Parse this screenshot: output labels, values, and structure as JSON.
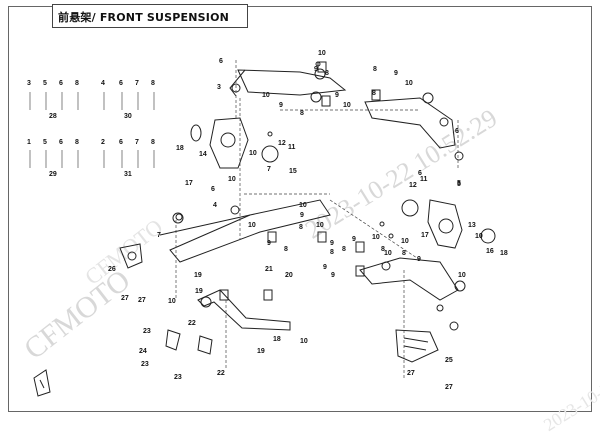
{
  "title": "前悬架/ FRONT SUSPENSION",
  "watermarks": {
    "brand": "CFMOTO",
    "timestamp": "2023-10-22 10:52:29"
  },
  "callouts": {
    "kit_groups": {
      "g28": {
        "parts": [
          "3",
          "5",
          "6",
          "8"
        ],
        "number": "28"
      },
      "g30": {
        "parts": [
          "4",
          "6",
          "7",
          "8"
        ],
        "number": "30"
      },
      "g29": {
        "parts": [
          "1",
          "5",
          "6",
          "8"
        ],
        "number": "29"
      },
      "g31": {
        "parts": [
          "2",
          "6",
          "7",
          "8"
        ],
        "number": "31"
      }
    },
    "labels": [
      "6",
      "3",
      "10",
      "9",
      "8",
      "10",
      "9",
      "8",
      "9",
      "10",
      "8",
      "9",
      "10",
      "8",
      "6",
      "5",
      "18",
      "14",
      "12",
      "11",
      "7",
      "10",
      "15",
      "17",
      "6",
      "10",
      "12",
      "11",
      "5",
      "16",
      "13",
      "10",
      "18",
      "17",
      "4",
      "10",
      "9",
      "8",
      "10",
      "9",
      "8",
      "10",
      "9",
      "8",
      "10",
      "9",
      "8",
      "7",
      "26",
      "27",
      "27",
      "10",
      "19",
      "21",
      "19",
      "20",
      "18",
      "10",
      "22",
      "23",
      "24",
      "23",
      "22",
      "23",
      "19",
      "27",
      "25",
      "27",
      "10",
      "9",
      "8",
      "9",
      "10",
      "8",
      "9",
      "10",
      "6"
    ]
  }
}
